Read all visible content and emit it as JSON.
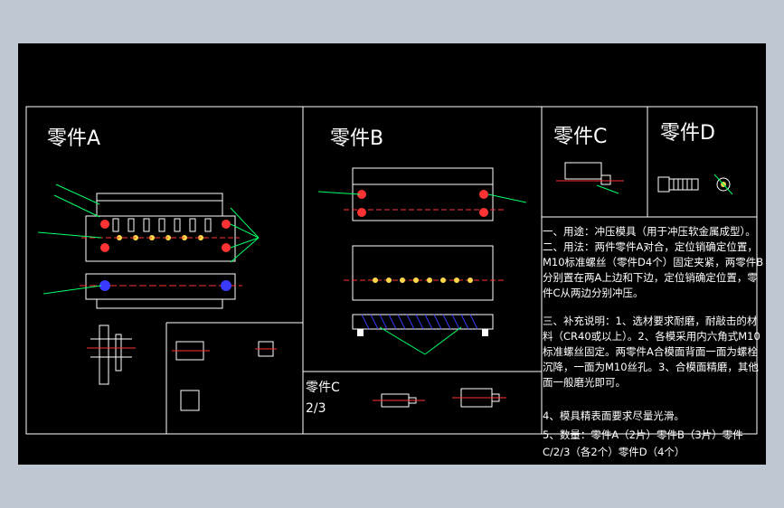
{
  "app": {
    "viewport_bg": "#000000",
    "window_bg": "#bfc7d2",
    "colors": {
      "frame": "#ffffff",
      "part_outline": "#ffffff",
      "hatch": "#3a3aff",
      "leader": "#00ff66",
      "center_line": "#ff3333",
      "hole": "#ffd84a",
      "dimension": "#00ff66"
    }
  },
  "panels": {
    "part_a": {
      "title": "零件A"
    },
    "part_b": {
      "title": "零件B"
    },
    "part_c": {
      "title": "零件C"
    },
    "part_d": {
      "title": "零件D"
    },
    "part_c_view": {
      "line1": "零件C",
      "line2": "2/3"
    }
  },
  "notes": [
    "一、用途：冲压模具（用于冲压软金属成型）。",
    "二、用法：两件零件A对合，定位销确定位置，",
    "M10标准螺丝（零件D4个）固定夹紧，两零件B",
    "分别置在两A上边和下边，定位销确定位置，零",
    "件C从两边分别冲压。",
    "三、补充说明：1、选材要求耐磨，耐敲击的材",
    "料（CR40或以上）。2、各模采用内六角式M10",
    "标准螺丝固定。两零件A合模面背面一面为螺栓",
    "沉降，一面为M10丝孔。3、合模面精磨，其他",
    "面一般磨光即可。",
    "4、模具精表面要求尽量光滑。",
    "5、数量：零件A（2片）零件B（3片）零件",
    "C/2/3（各2个）零件D（4个）"
  ]
}
